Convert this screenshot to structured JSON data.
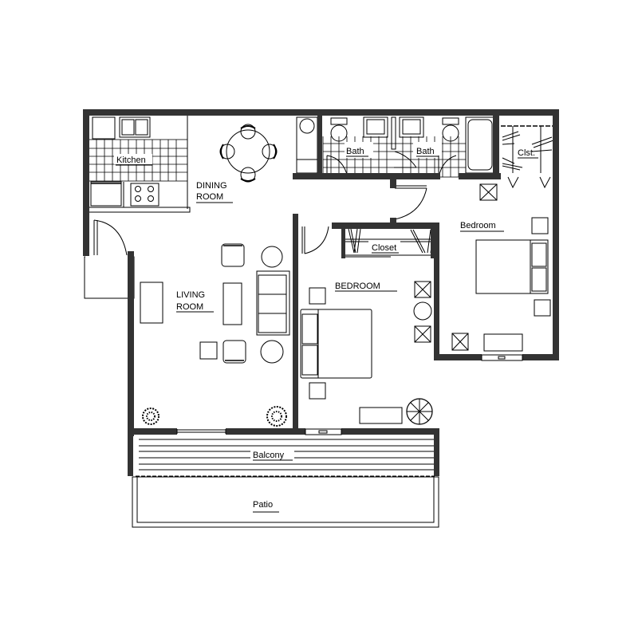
{
  "floorplan": {
    "colors": {
      "wall": "#333333",
      "line": "#000000",
      "background": "#ffffff"
    },
    "rooms": {
      "kitchen": {
        "label": "Kitchen"
      },
      "dining": {
        "label_line1": "DINING",
        "label_line2": "ROOM"
      },
      "bath1": {
        "label": "Bath"
      },
      "bath2": {
        "label": "Bath"
      },
      "closet_small": {
        "label": "Clst."
      },
      "bedroom_master": {
        "label": "Bedroom"
      },
      "closet": {
        "label": "Closet"
      },
      "bedroom": {
        "label": "BEDROOM"
      },
      "living": {
        "label_line1": "LIVING",
        "label_line2": "ROOM"
      },
      "balcony": {
        "label": "Balcony"
      },
      "patio": {
        "label": "Patio"
      }
    }
  }
}
